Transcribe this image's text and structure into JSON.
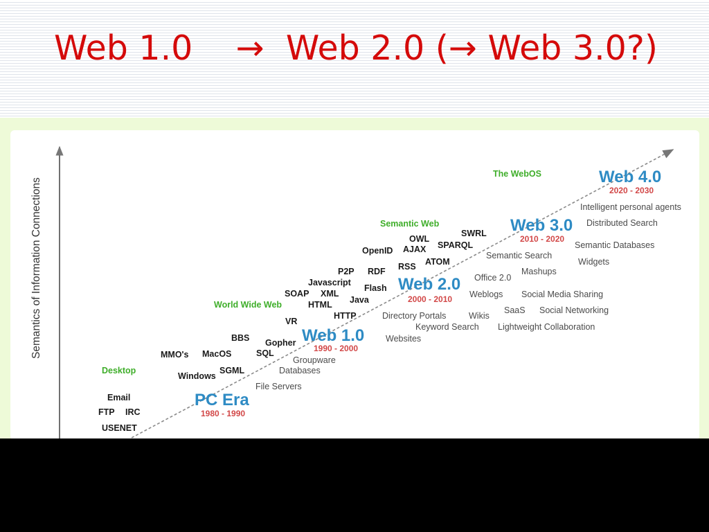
{
  "slide": {
    "title_parts": [
      "Web 1.0",
      "→",
      "Web 2.0 (→ Web 3.0?)"
    ]
  },
  "diagram": {
    "y_axis_label": "Semantics of Information Connections",
    "eras": [
      {
        "id": "pc-era",
        "name": "PC Era",
        "years": "1980 - 1990"
      },
      {
        "id": "web-1",
        "name": "Web 1.0",
        "years": "1990 - 2000"
      },
      {
        "id": "web-2",
        "name": "Web 2.0",
        "years": "2000 - 2010"
      },
      {
        "id": "web-3",
        "name": "Web 3.0",
        "years": "2010 - 2020"
      },
      {
        "id": "web-4",
        "name": "Web 4.0",
        "years": "2020 - 2030"
      }
    ],
    "categories": [
      "Desktop",
      "World Wide Web",
      "Semantic Web",
      "The WebOS"
    ],
    "technologies": [
      "Email",
      "FTP",
      "IRC",
      "USENET",
      "MMO's",
      "MacOS",
      "Windows",
      "SGML",
      "BBS",
      "SQL",
      "Gopher",
      "VR",
      "SOAP",
      "XML",
      "HTML",
      "HTTP",
      "Javascript",
      "Java",
      "P2P",
      "RDF",
      "Flash",
      "RSS",
      "ATOM",
      "OpenID",
      "AJAX",
      "OWL",
      "SPARQL",
      "SWRL"
    ],
    "applications": [
      "File Servers",
      "Databases",
      "Groupware",
      "Websites",
      "Keyword Search",
      "Directory Portals",
      "Wikis",
      "Weblogs",
      "Office 2.0",
      "Lightweight Collaboration",
      "SaaS",
      "Social Networking",
      "Social Media Sharing",
      "Mashups",
      "Semantic Search",
      "Widgets",
      "Semantic Databases",
      "Distributed Search",
      "Intelligent personal agents"
    ],
    "colors": {
      "era": "#2e8bc4",
      "years": "#d24848",
      "category": "#3fae2a",
      "title": "#d40a0a",
      "panel": "#eefad8"
    }
  }
}
